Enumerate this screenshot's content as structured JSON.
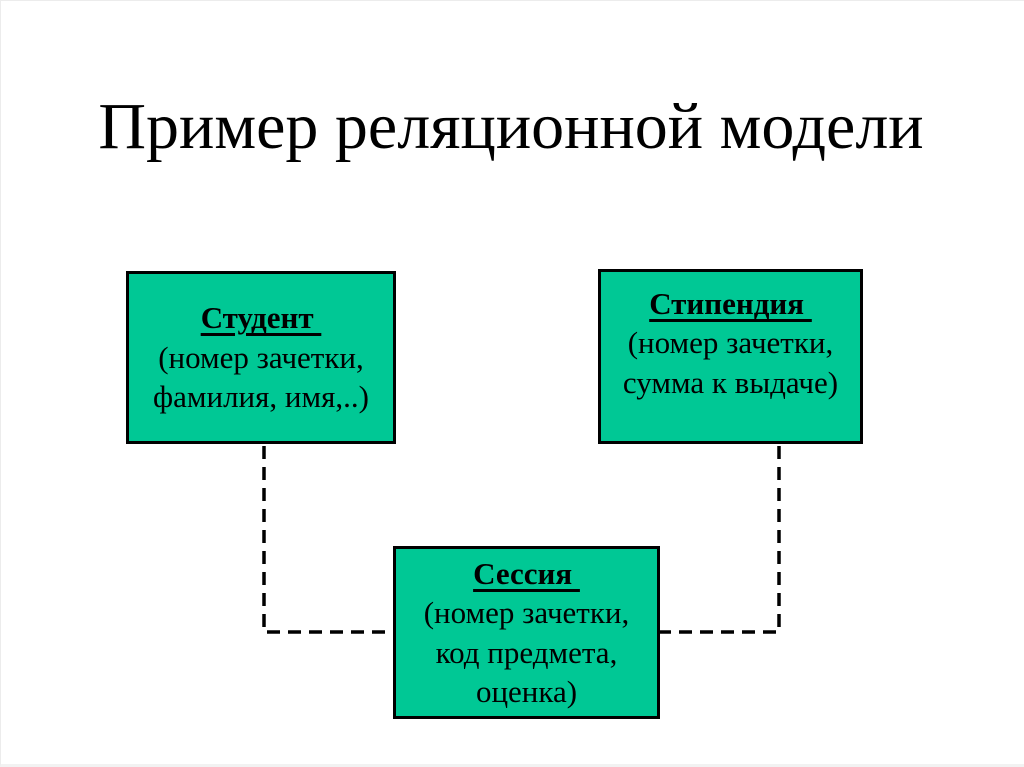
{
  "slide": {
    "title": "Пример реляционной модели",
    "background_color": "#ffffff",
    "box_fill_color": "#00c895",
    "box_border_color": "#000000",
    "text_color": "#000000",
    "connector_style": "dashed"
  },
  "entities": [
    {
      "id": "student",
      "title": "Студент ",
      "lines": [
        "(номер зачетки,",
        "фамилия, имя,..)"
      ]
    },
    {
      "id": "stipend",
      "title": "Стипендия ",
      "lines": [
        "(номер зачетки,",
        "сумма к выдаче)"
      ]
    },
    {
      "id": "session",
      "title": "Сессия ",
      "lines": [
        "(номер зачетки,",
        "код предмета,",
        "оценка)"
      ]
    }
  ],
  "connectors": [
    {
      "from": "student",
      "to": "session"
    },
    {
      "from": "stipend",
      "to": "session"
    }
  ]
}
